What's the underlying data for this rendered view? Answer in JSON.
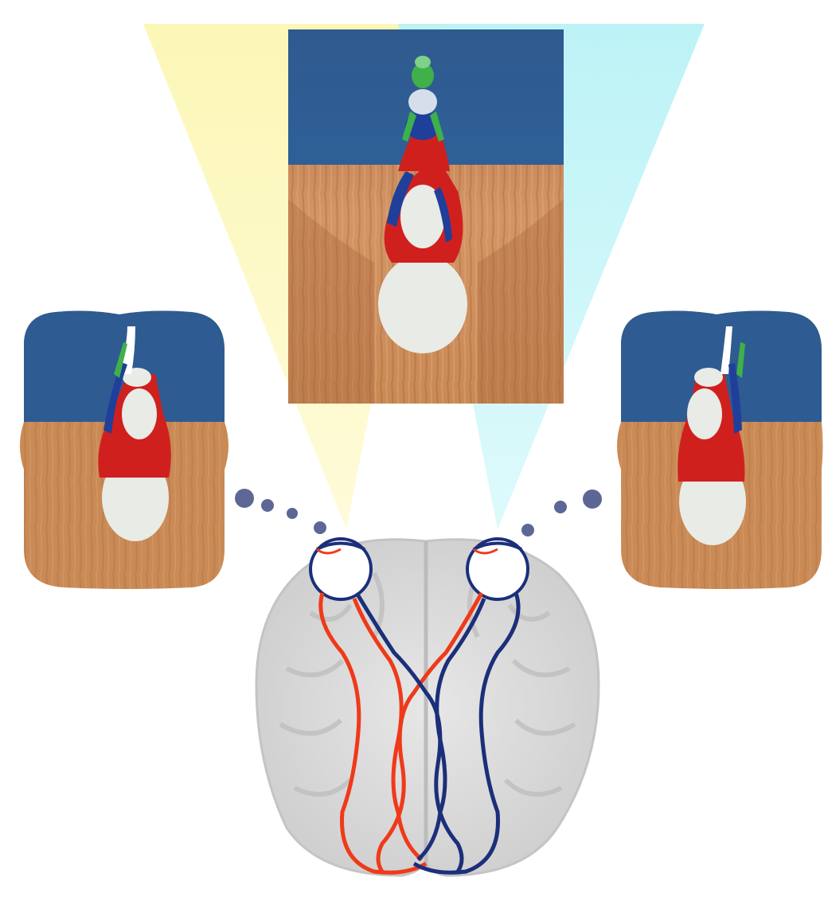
{
  "colors": {
    "background": "#ffffff",
    "sky_blue": "#2e5b91",
    "floor_wood": "#c98a55",
    "pin_white": "#e9ebe6",
    "pin_red": "#d0201e",
    "pin_blue": "#1f3f9a",
    "pin_green": "#3fb04a",
    "left_eye_cone": "#fdf8b8",
    "right_eye_cone": "#bff4f7",
    "pathway_red": "#ef3a1a",
    "pathway_blue": "#1b2f7a",
    "brain_gray": "#d7d7d7",
    "dots": "#5d6796"
  },
  "diagram": {
    "components": [
      "central-scene-panel",
      "left-eye-view-panel",
      "right-eye-view-panel",
      "brain-top-view",
      "left-eye",
      "right-eye",
      "red-visual-pathway",
      "blue-visual-pathway"
    ],
    "icons": [
      "bowling-pin-icon",
      "eye-icon",
      "brain-icon",
      "dot-connector-icon"
    ]
  }
}
